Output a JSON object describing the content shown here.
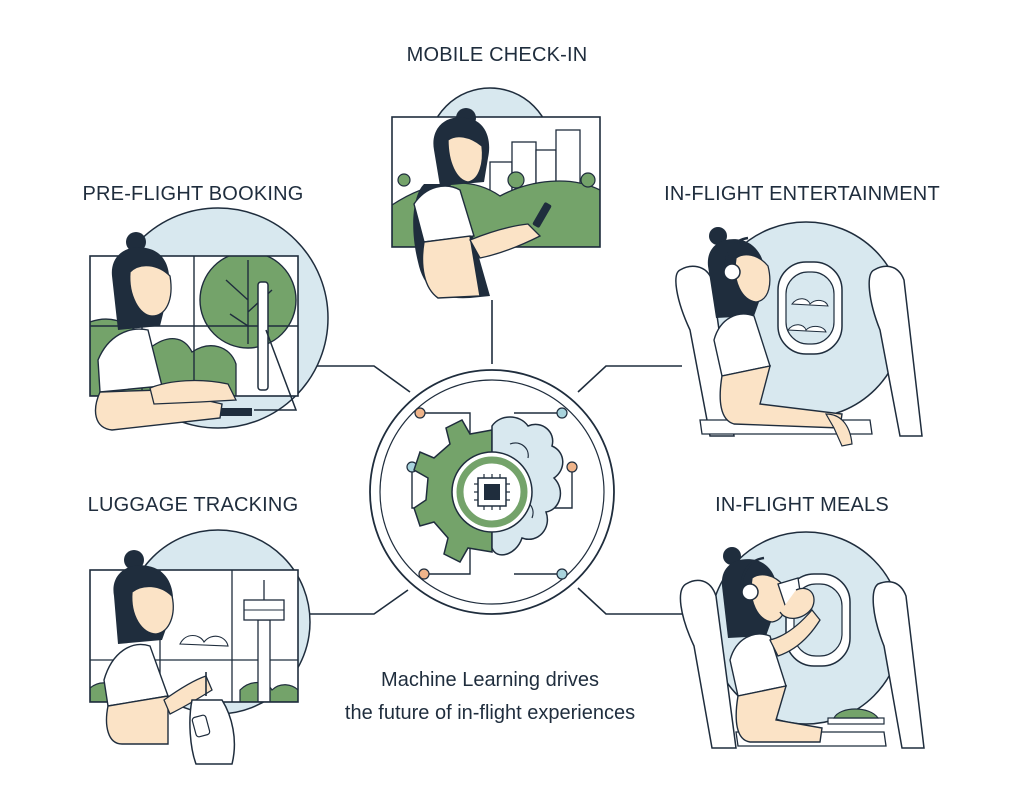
{
  "diagram": {
    "center_caption": {
      "line1": "Machine Learning drives",
      "line2": "the future of in-flight experiences"
    },
    "hub_icon": "gear-and-cloud-brain-with-chip-icon",
    "nodes": [
      {
        "id": "mobile-check-in",
        "label": "MOBILE CHECK-IN",
        "illustration": "woman-using-phone-city-skyline"
      },
      {
        "id": "pre-flight-booking",
        "label": "PRE-FLIGHT BOOKING",
        "illustration": "woman-typing-on-computer"
      },
      {
        "id": "in-flight-entertainment",
        "label": "IN-FLIGHT ENTERTAINMENT",
        "illustration": "woman-with-headphones-at-window-seat"
      },
      {
        "id": "luggage-tracking",
        "label": "LUGGAGE TRACKING",
        "illustration": "woman-with-bag-and-airport-tower"
      },
      {
        "id": "in-flight-meals",
        "label": "IN-FLIGHT MEALS",
        "illustration": "woman-drinking-at-window-seat"
      }
    ]
  },
  "colors": {
    "ink": "#1f2d3d",
    "green": "#74a36a",
    "sky": "#d8e8ef",
    "skin": "#fbe3c6",
    "orange_dot": "#efb48a",
    "blue_dot": "#a9d4dd"
  }
}
